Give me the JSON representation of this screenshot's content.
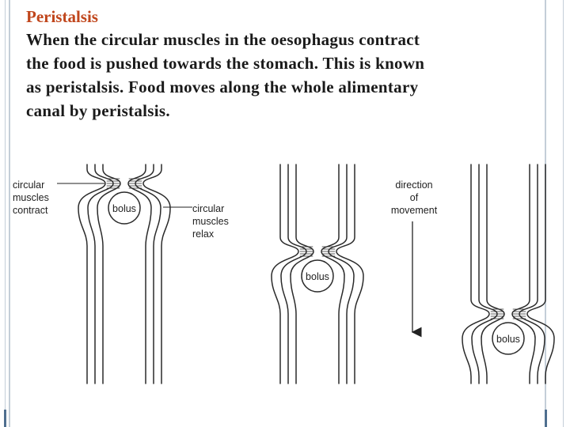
{
  "slide": {
    "title": "Peristalsis",
    "body_lines": [
      "When the circular muscles in the oesophagus contract",
      "the food is pushed towards the stomach. This is known",
      "as peristalsis. Food moves along the whole alimentary",
      "canal by peristalsis."
    ]
  },
  "diagram": {
    "label_contract": [
      "circular",
      "muscles",
      "contract"
    ],
    "label_relax": [
      "circular",
      "muscles",
      "relax"
    ],
    "label_direction": [
      "direction",
      "of",
      "movement"
    ],
    "bolus_label": "bolus"
  }
}
